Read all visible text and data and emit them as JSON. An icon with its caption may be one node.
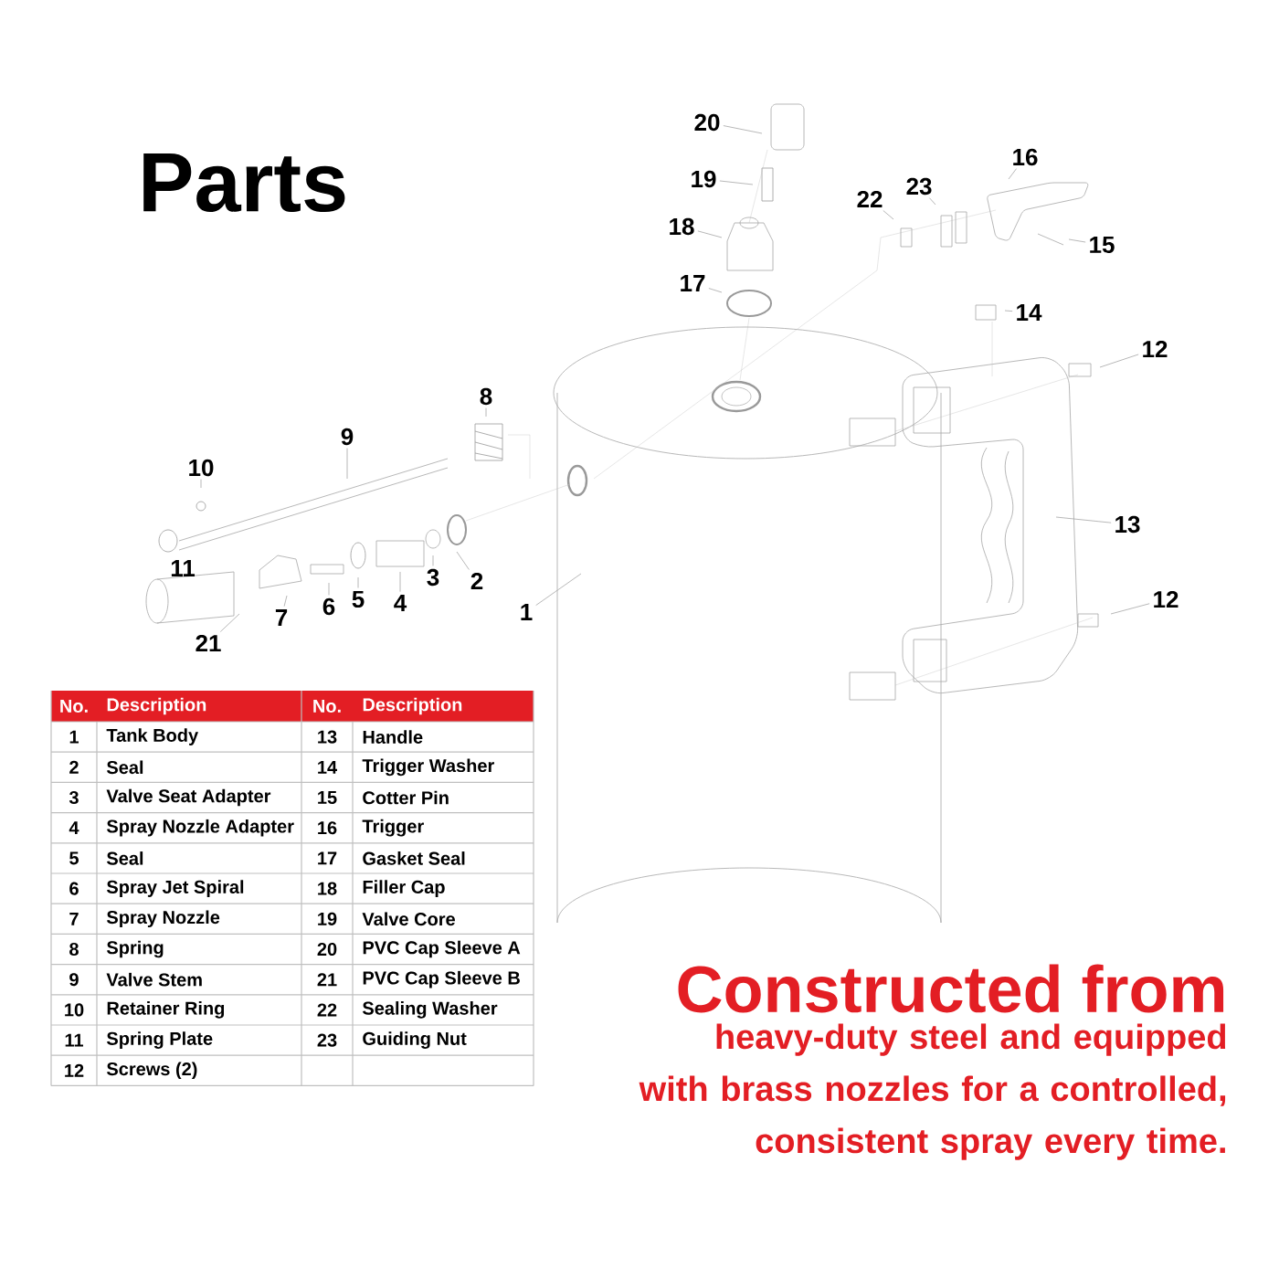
{
  "diagram": {
    "title": "Parts",
    "nodes": [
      {
        "text": [
          "20"
        ]
      },
      {
        "text": [
          "19"
        ]
      },
      {
        "text": [
          "18"
        ]
      },
      {
        "text": [
          "17"
        ]
      },
      {
        "text": [
          "22"
        ]
      },
      {
        "text": [
          "23"
        ]
      },
      {
        "text": [
          "16"
        ]
      },
      {
        "text": [
          "15"
        ]
      },
      {
        "text": [
          "14"
        ]
      },
      {
        "text": [
          "12"
        ]
      },
      {
        "text": [
          "8"
        ]
      },
      {
        "text": [
          "9"
        ]
      },
      {
        "text": [
          "10"
        ]
      },
      {
        "text": [
          "13"
        ]
      },
      {
        "text": [
          "2"
        ]
      },
      {
        "text": [
          "3"
        ]
      },
      {
        "text": [
          "4"
        ]
      },
      {
        "text": [
          "5"
        ]
      },
      {
        "text": [
          "6"
        ]
      },
      {
        "text": [
          "7"
        ]
      },
      {
        "text": [
          "1"
        ]
      },
      {
        "text": [
          "12"
        ]
      },
      {
        "text": [
          "21"
        ]
      }
    ],
    "edges": [
      {
        "from": 0,
        "to": null,
        "arrow": "none"
      },
      {
        "from": 1,
        "to": null,
        "arrow": "none"
      },
      {
        "from": 2,
        "to": null,
        "arrow": "none"
      },
      {
        "from": 3,
        "to": null,
        "arrow": "none"
      },
      {
        "from": 4,
        "to": null,
        "arrow": "none"
      },
      {
        "from": 5,
        "to": null,
        "arrow": "none"
      },
      {
        "from": 6,
        "to": null,
        "arrow": "none"
      },
      {
        "from": 7,
        "to": null,
        "arrow": "none"
      },
      {
        "from": 8,
        "to": null,
        "arrow": "none"
      },
      {
        "from": 9,
        "to": null,
        "arrow": "none"
      },
      {
        "from": 10,
        "to": null,
        "arrow": "none"
      },
      {
        "from": 11,
        "to": null,
        "arrow": "none"
      },
      {
        "from": 12,
        "to": null,
        "arrow": "none"
      },
      {
        "from": 13,
        "to": null,
        "arrow": "none"
      },
      {
        "from": 14,
        "to": null,
        "arrow": "none"
      },
      {
        "from": 15,
        "to": null,
        "arrow": "none"
      },
      {
        "from": 16,
        "to": null,
        "arrow": "none"
      },
      {
        "from": 17,
        "to": null,
        "arrow": "none"
      },
      {
        "from": 18,
        "to": null,
        "arrow": "none"
      },
      {
        "from": 19,
        "to": null,
        "arrow": "none"
      },
      {
        "from": 20,
        "to": null,
        "arrow": "none"
      },
      {
        "from": 21,
        "to": null,
        "arrow": "none"
      },
      {
        "from": 22,
        "to": null,
        "arrow": "none"
      }
    ],
    "labels": [
      "11",
      "No.",
      "Description",
      "No.",
      "Description",
      "1",
      "Tank Body",
      "13",
      "Handle",
      "2",
      "Seal",
      "14",
      "Trigger Washer",
      "3",
      "Valve Seat Adapter",
      "15",
      "Cotter Pin",
      "4",
      "Spray Nozzle Adapter",
      "16",
      "Trigger",
      "5",
      "Seal",
      "17",
      "Gasket Seal",
      "6",
      "Spray Jet Spiral",
      "18",
      "Filler Cap",
      "7",
      "Spray Nozzle",
      "19",
      "Valve Core",
      "8",
      "Spring",
      "20",
      "PVC Cap Sleeve A",
      "9",
      "Valve Stem",
      "21",
      "PVC Cap Sleeve B",
      "10",
      "Retainer Ring",
      "22",
      "Sealing Washer",
      "11",
      "Spring Plate",
      "23",
      "Guiding Nut",
      "12",
      "Screws (2)",
      "Constructed from",
      "heavy-duty steel and equipped with brass nozzles for a controlled, consistent spray every time."
    ]
  }
}
